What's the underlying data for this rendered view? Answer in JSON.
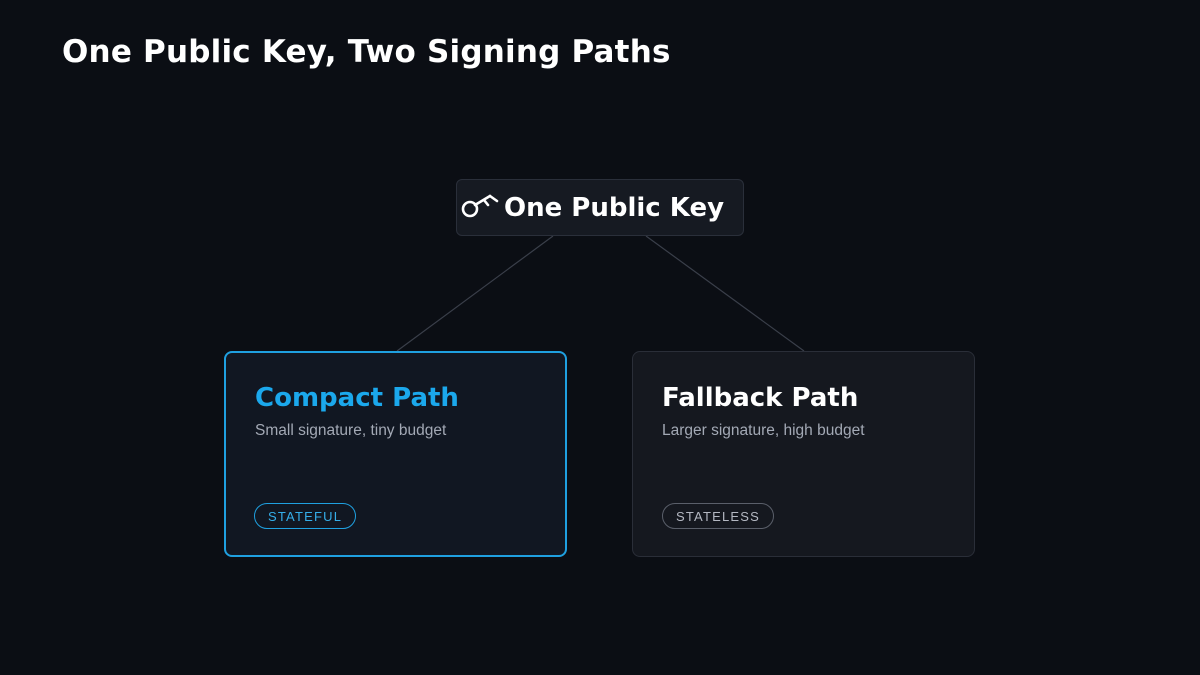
{
  "title": "One Public Key, Two Signing Paths",
  "root": {
    "label": "One Public Key",
    "icon": "key-icon"
  },
  "paths": [
    {
      "title": "Compact Path",
      "description": "Small signature, tiny budget",
      "badge": "STATEFUL",
      "accent": "#1fa0e0",
      "highlighted": true
    },
    {
      "title": "Fallback Path",
      "description": "Larger signature, high budget",
      "badge": "STATELESS",
      "accent": "#5a5f6a",
      "highlighted": false
    }
  ],
  "colors": {
    "background": "#0b0e14",
    "accent": "#1ba8ec",
    "connector": "#3a3f4a"
  }
}
